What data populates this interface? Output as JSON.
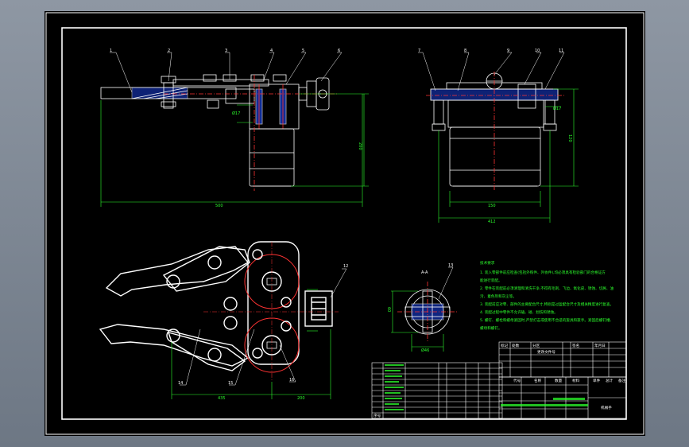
{
  "drawing": {
    "top_left_balloons": [
      "1",
      "2",
      "3",
      "4",
      "5",
      "6"
    ],
    "top_right_balloons": [
      "7",
      "8",
      "9",
      "10",
      "11"
    ],
    "bottom_balloons": [
      "12",
      "13",
      "14",
      "15",
      "16"
    ],
    "section_label": "A-A",
    "dims": {
      "tl_width": "500",
      "tl_height": "200",
      "tl_small": "Ø17",
      "tr_width": "150",
      "tr_outer": "412",
      "tr_height": "120",
      "tr_small": "Ø17",
      "bl_left": "435",
      "bl_right": "200",
      "sec_width": "Ø46",
      "sec_height": "60"
    }
  },
  "notes": {
    "title": "技术要求",
    "lines": [
      "1. 装入零部件前应检查(包括外购件、外协件),均必须具有检验部门的合格证方",
      "能进行装配。",
      "2. 零件在装配前必须清理和清洗干净,不得有毛刺、飞边、氧化皮、锈蚀、切屑、油",
      "污、着色剂和灰尘等。",
      "3. 装配前应对零、部件的主要配合尺寸,特别是过盈配合尺寸及相关精度进行复查。",
      "4. 装配过程中零件不允许磕、碰、划伤和锈蚀。",
      "5. 螺钉、螺栓和螺母紧固时,严禁打击或使用不合适的旋具和扳手。紧固后螺钉槽、",
      "螺母和螺钉。"
    ]
  },
  "title_block": {
    "col_headers": [
      "序号",
      "代号",
      "名称",
      "数量",
      "材料",
      "单件",
      "总计",
      "备注"
    ],
    "part_name": "机械手",
    "right_header": [
      "标记",
      "处数",
      "分区",
      "更改文件号",
      "签名",
      "年月日"
    ]
  }
}
